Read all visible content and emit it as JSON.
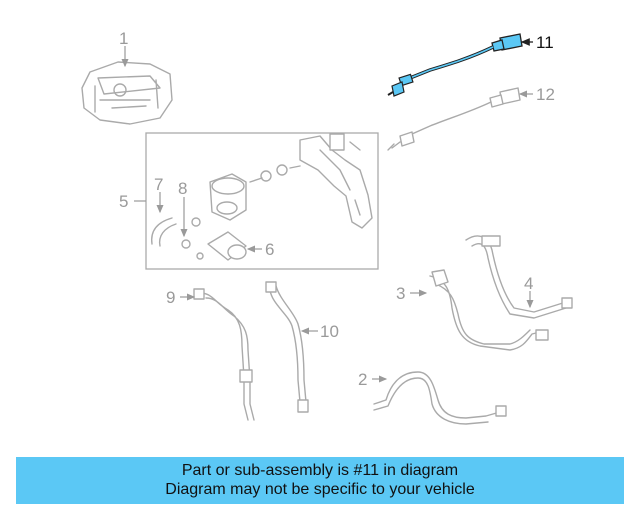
{
  "diagram": {
    "callouts": [
      "1",
      "2",
      "3",
      "4",
      "5",
      "6",
      "7",
      "8",
      "9",
      "10",
      "11",
      "12"
    ],
    "highlighted_part": "11",
    "colors": {
      "highlight": "#5bc8f5",
      "line_art": "#aaaaaa",
      "banner": "#5bc8f5"
    }
  },
  "banner": {
    "line1": "Part or sub-assembly is #11 in diagram",
    "line2": "Diagram may not be specific to your vehicle"
  }
}
